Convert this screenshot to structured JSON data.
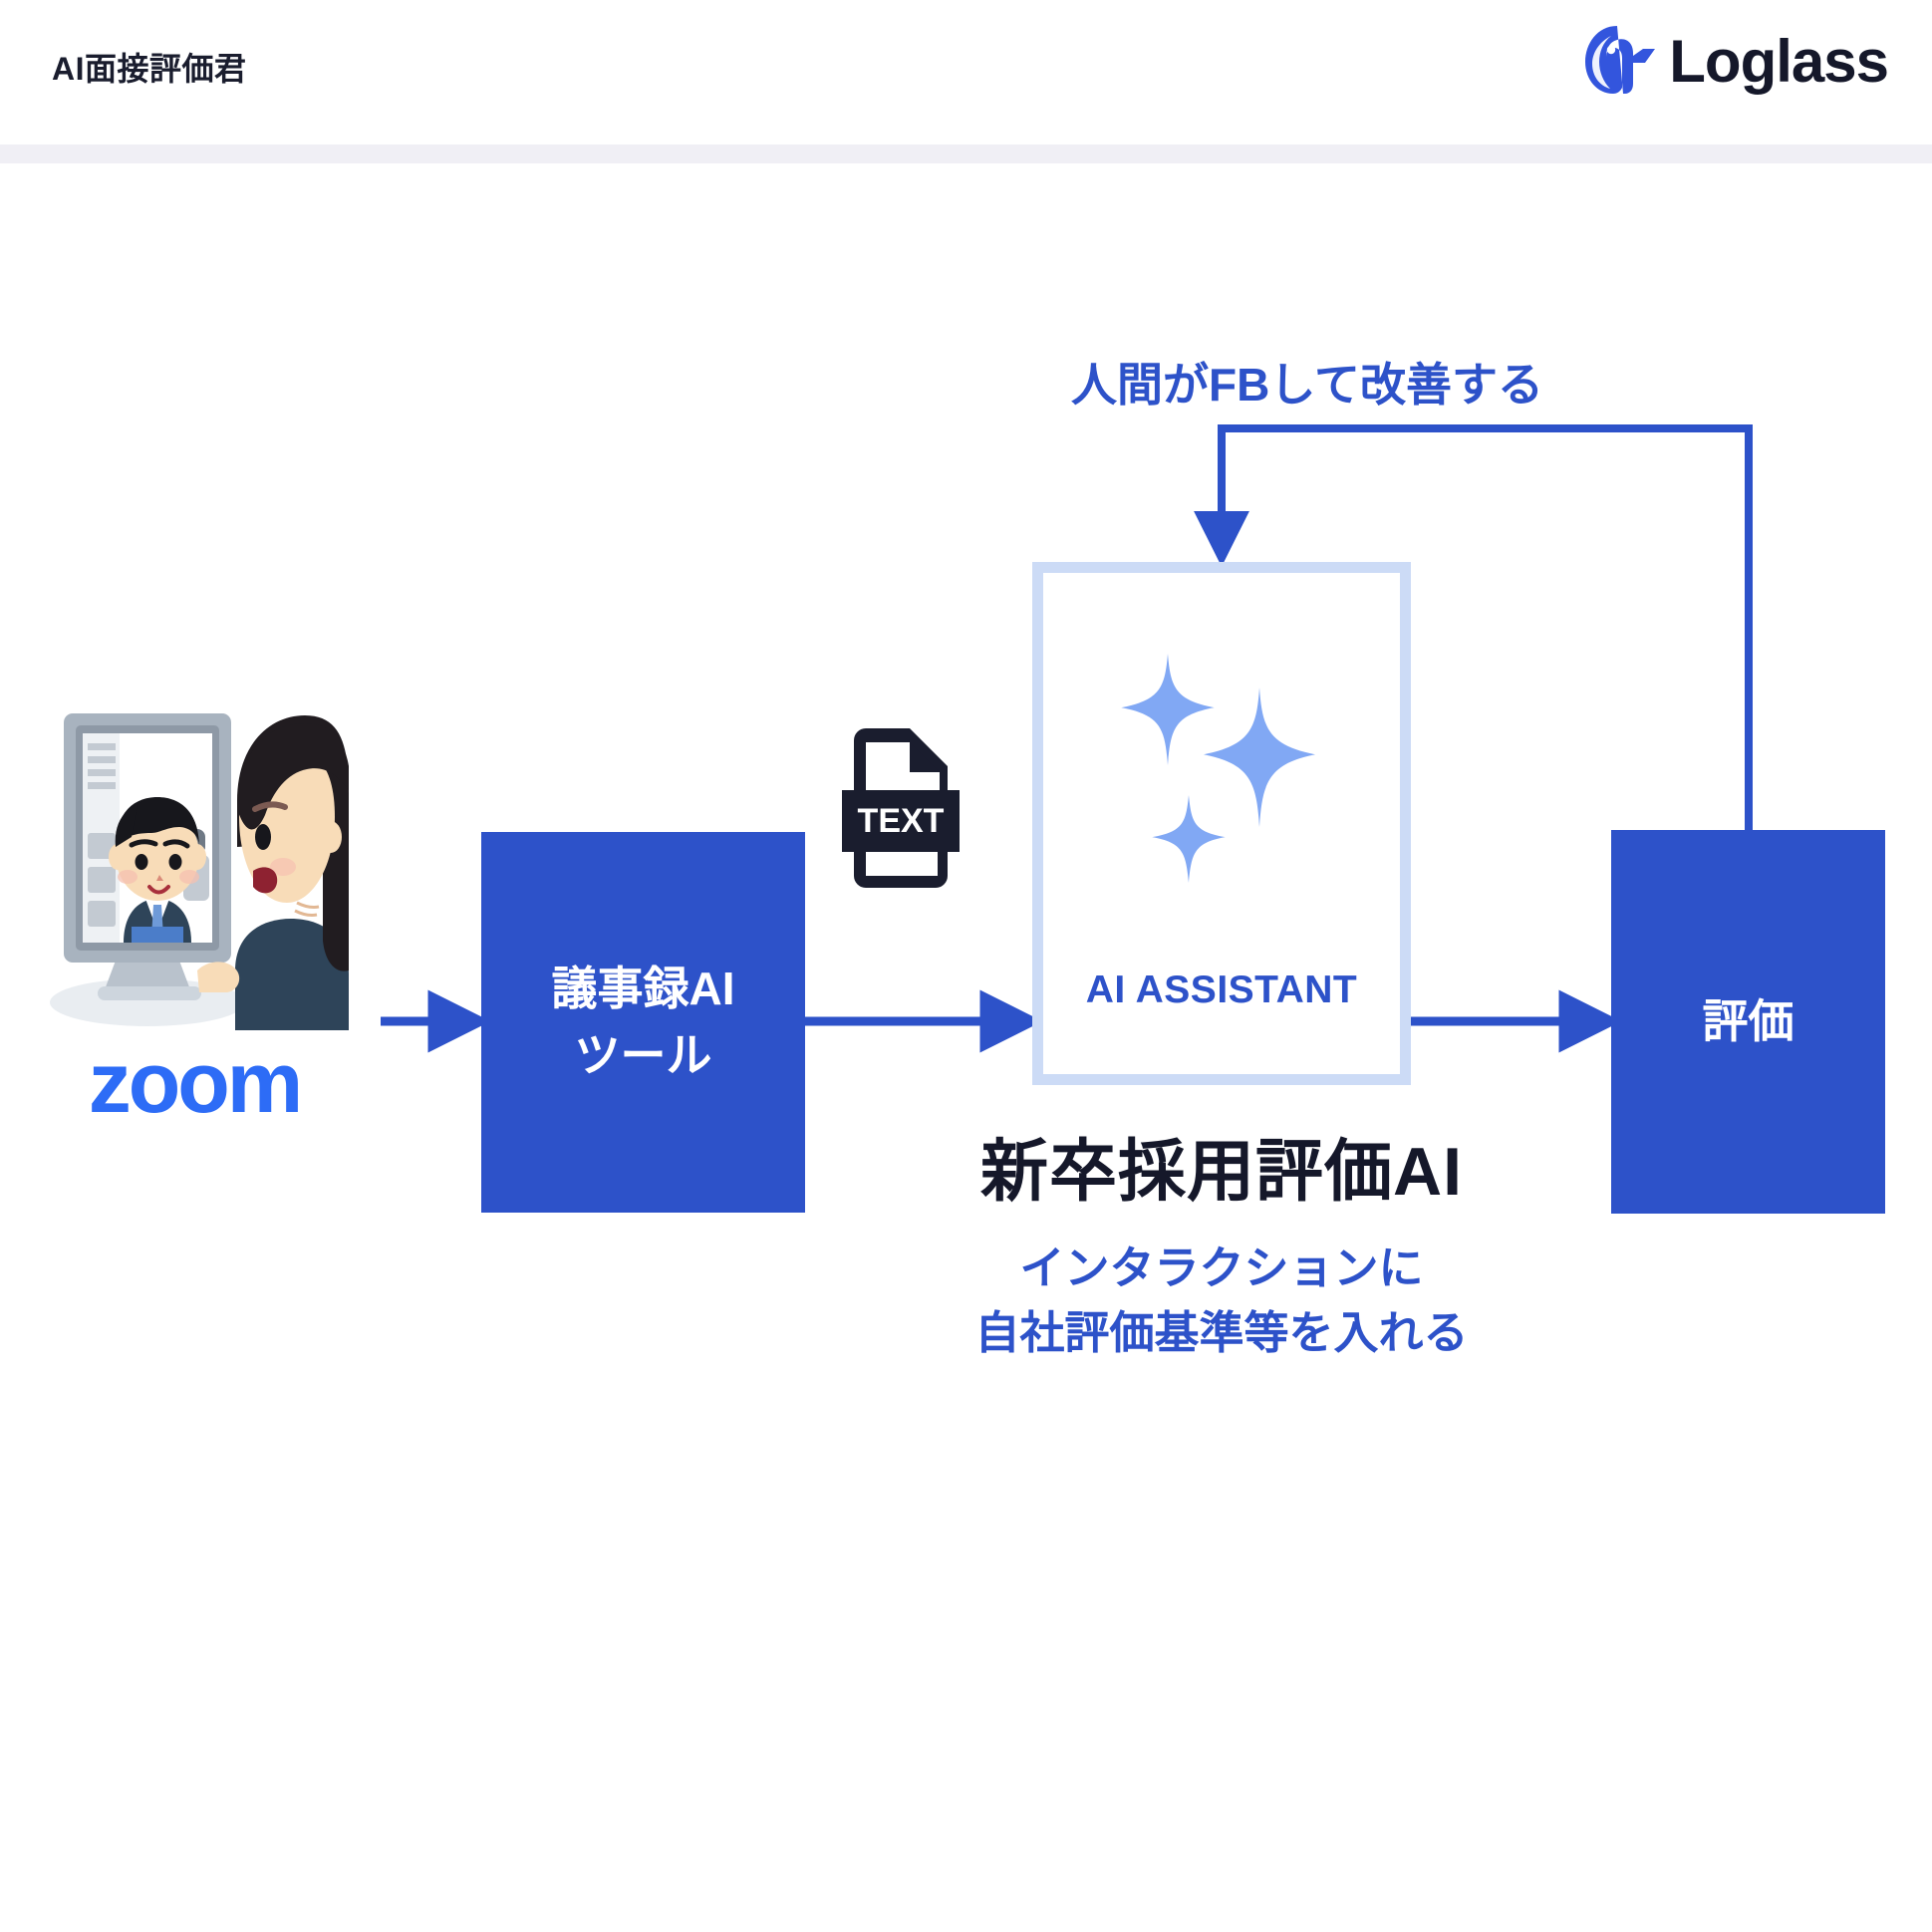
{
  "header": {
    "title": "AI面接評価君",
    "brand_name": "Loglass",
    "brand_icon": "whale-logo-icon",
    "brand_color": "#3355dd",
    "divider_color": "#f0eff5"
  },
  "theme": {
    "primary_blue": "#2d52c9",
    "light_blue_border": "#ccdbf6",
    "sparkle_blue": "#81a8f4",
    "zoom_blue": "#2d6cf6",
    "text_dark": "#15182a",
    "box_text": "#ffffff"
  },
  "diagram": {
    "type": "flow",
    "source": {
      "illustration_name": "video-interview-illustration",
      "wordmark": "zoom",
      "wordmark_color": "#2d6cf6"
    },
    "nodes": [
      {
        "id": "minutes-ai",
        "lines": [
          "議事録AI",
          "ツール"
        ],
        "style": "solid-blue-box"
      },
      {
        "id": "ai-assistant",
        "label": "AI ASSISTANT",
        "style": "outlined-white-card",
        "icon": "sparkles-icon"
      },
      {
        "id": "evaluation",
        "lines": [
          "評価"
        ],
        "style": "solid-blue-box"
      }
    ],
    "artifact": {
      "id": "text-file",
      "label": "TEXT",
      "icon": "text-file-icon"
    },
    "captions": {
      "ai_title": "新卒採用評価AI",
      "ai_sub_line1": "インタラクションに",
      "ai_sub_line2": "自社評価基準等を入れる"
    },
    "feedback": {
      "label": "人間がFBして改善する",
      "from": "evaluation",
      "to": "ai-assistant"
    },
    "edges": [
      {
        "from": "zoom-source",
        "to": "minutes-ai"
      },
      {
        "from": "minutes-ai",
        "to": "ai-assistant"
      },
      {
        "from": "ai-assistant",
        "to": "evaluation"
      }
    ]
  }
}
